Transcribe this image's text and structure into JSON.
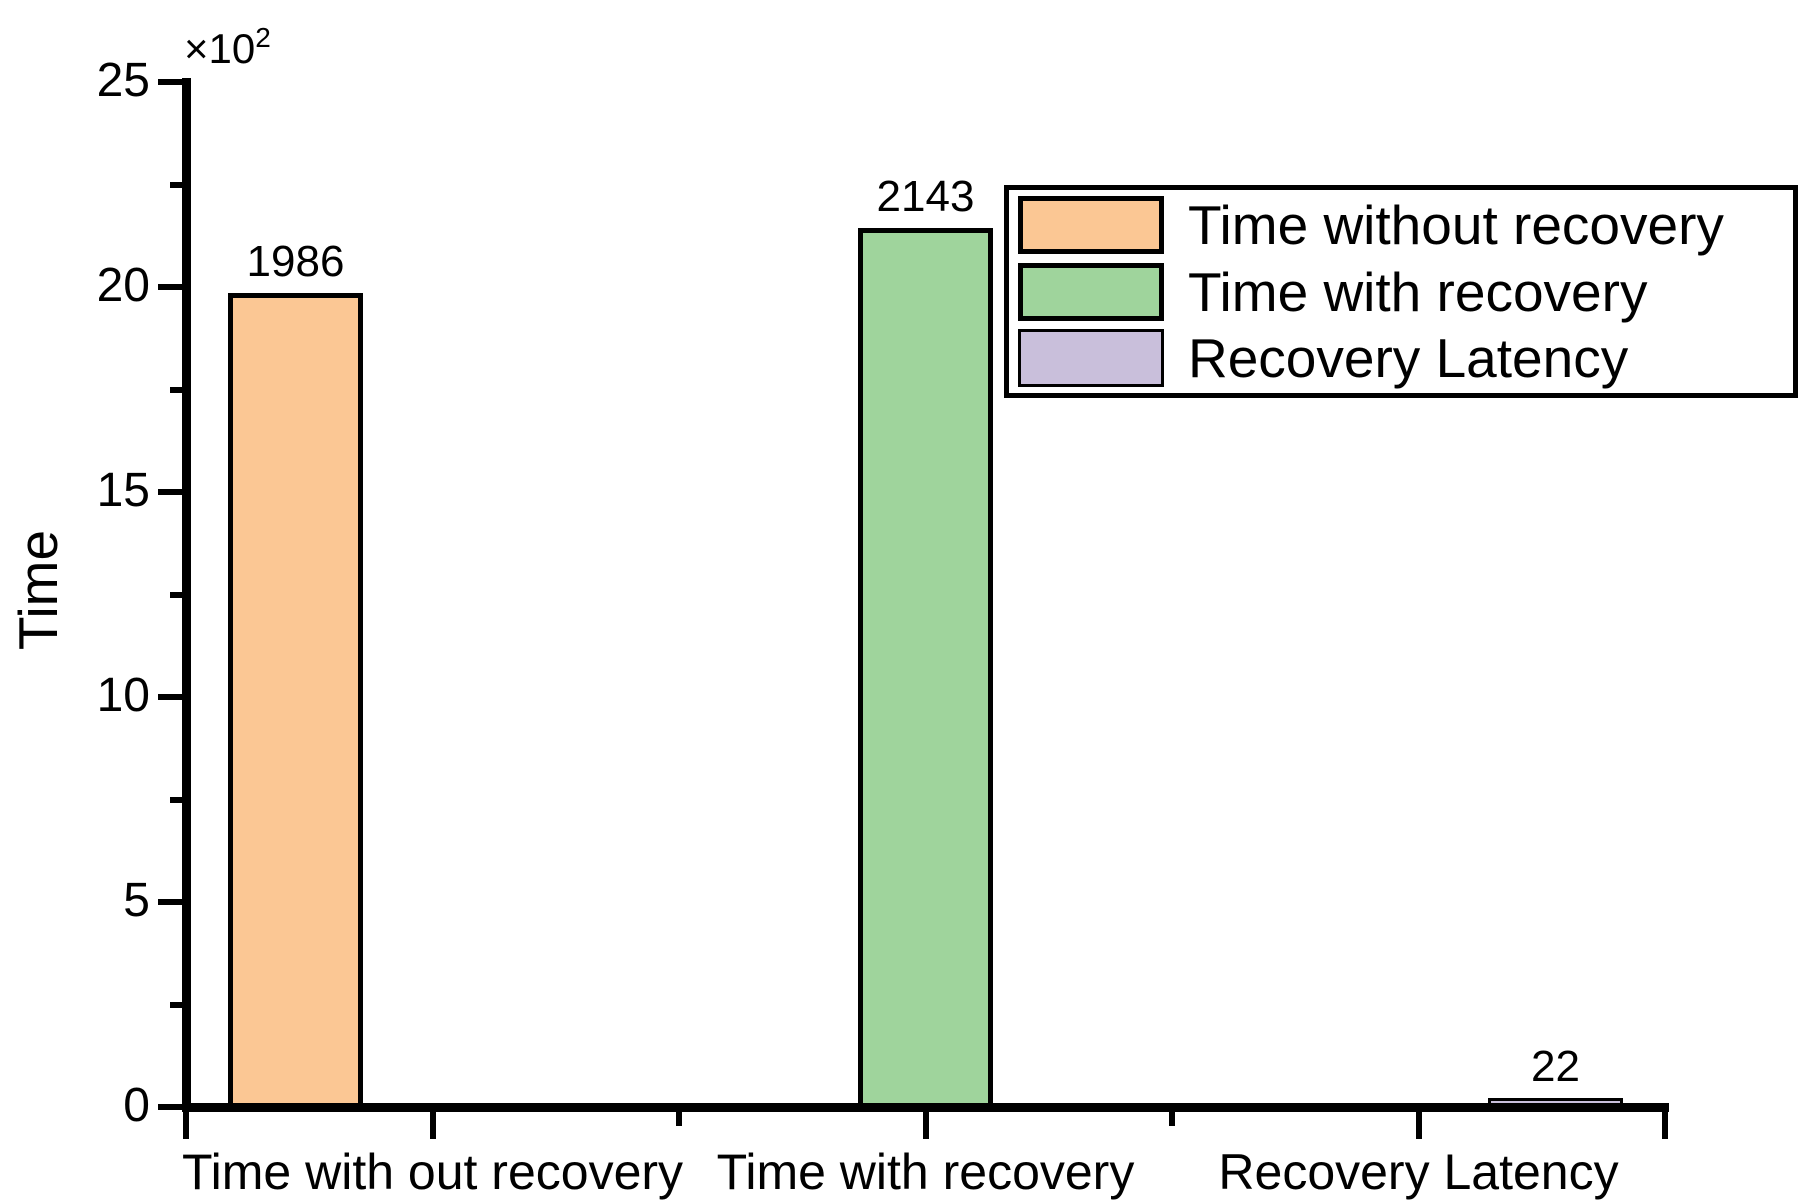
{
  "chart_data": {
    "type": "bar",
    "title": "",
    "ylabel": "Time",
    "axis_multiplier_base": "×10",
    "axis_multiplier_exponent": "2",
    "categories": [
      "Time with out recovery",
      "Time with recovery",
      "Recovery Latency"
    ],
    "series": [
      {
        "name": "Time without recovery",
        "color": "#FBC794",
        "border_px": 5,
        "values": [
          1986,
          0,
          0
        ]
      },
      {
        "name": "Time with recovery",
        "color": "#9FD49C",
        "border_px": 5,
        "values": [
          0,
          2143,
          0
        ]
      },
      {
        "name": "Recovery Latency",
        "color": "#C9BFDB",
        "border_px": 3,
        "values": [
          0,
          0,
          22
        ]
      }
    ],
    "bar_value_labels": [
      "1986",
      "2143",
      "22"
    ],
    "yticks": [
      0,
      5,
      10,
      15,
      20,
      25
    ],
    "ytick_labels": [
      "0",
      "5",
      "10",
      "15",
      "20",
      "25"
    ],
    "minor_ytick_step": 2.5,
    "ylim": [
      0,
      2500
    ],
    "value_unit_divisor": 100,
    "grid": false,
    "legend_position": "top-right",
    "axis_color": "#000000",
    "text_color": "#000000",
    "background_color": "#ffffff"
  }
}
